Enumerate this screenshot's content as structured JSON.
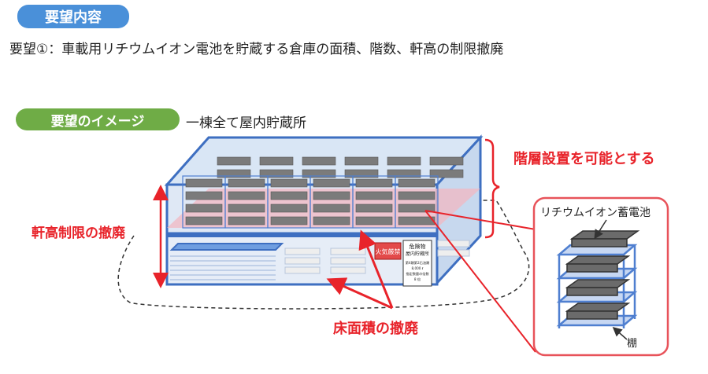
{
  "header": {
    "title": "要望内容"
  },
  "request": {
    "text": "要望①：車載用リチウムイオン電池を貯蔵する倉庫の面積、階数、軒高の制限撤廃"
  },
  "image_section": {
    "pill": "要望のイメージ",
    "subtitle": "一棟全て屋内貯蔵所"
  },
  "labels": {
    "floors": "階層設置を可能とする",
    "eaves": "軒高制限の撤廃",
    "floor_area": "床面積の撤廃"
  },
  "signs": {
    "fire": "火気厳禁",
    "hazard_title_1": "危険物",
    "hazard_title_2": "屋内貯蔵所",
    "hazard_line_1": "第4類第2石油類",
    "hazard_line_2": "8,000 ℓ",
    "hazard_line_3": "指定数量の倍数",
    "hazard_line_4": "8 倍"
  },
  "detail": {
    "battery_label": "リチウムイオン蓄電池",
    "shelf_label": "棚"
  },
  "colors": {
    "accent_blue": "#4a90d9",
    "accent_green": "#6fac46",
    "red": "#e8232a",
    "frame_blue": "#4f7fd0"
  }
}
